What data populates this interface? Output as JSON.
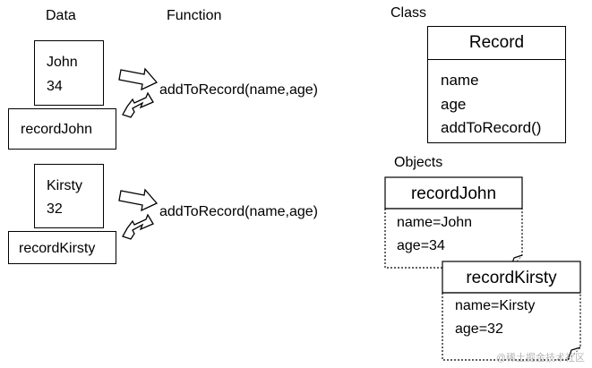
{
  "headings": {
    "data": "Data",
    "function": "Function",
    "class": "Class",
    "objects": "Objects"
  },
  "procedural": [
    {
      "input_lines": [
        "John",
        "34"
      ],
      "function_call": "addToRecord(name,age)",
      "output": "recordJohn"
    },
    {
      "input_lines": [
        "Kirsty",
        "32"
      ],
      "function_call": "addToRecord(name,age)",
      "output": "recordKirsty"
    }
  ],
  "class_box": {
    "name": "Record",
    "members": [
      "name",
      "age",
      "addToRecord()"
    ]
  },
  "objects": [
    {
      "name": "recordJohn",
      "fields": [
        "name=John",
        "age=34"
      ]
    },
    {
      "name": "recordKirsty",
      "fields": [
        "name=Kirsty",
        "age=32"
      ]
    }
  ],
  "watermark": "@稀土掘金技术社区"
}
